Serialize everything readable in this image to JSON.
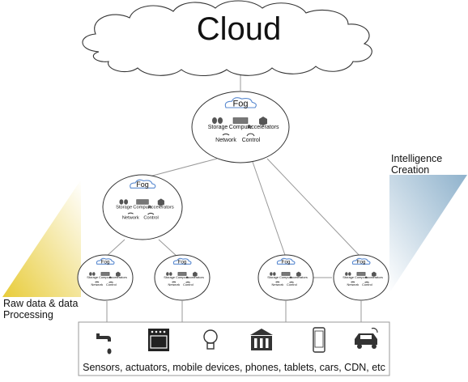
{
  "cloud": {
    "label": "Cloud"
  },
  "fog": {
    "title": "Fog",
    "storage": "Storage",
    "compute": "Compute",
    "accelerators": "Accelerators",
    "network": "Network",
    "control": "Control"
  },
  "side_labels": {
    "raw_data": [
      "Raw data & data",
      "Processing"
    ],
    "intelligence": [
      "Intelligence",
      "Creation"
    ]
  },
  "devices": {
    "caption": "Sensors, actuators, mobile devices, phones, tablets, cars, CDN, etc",
    "icons": [
      "faucet-icon",
      "oven-icon",
      "lightbulb-icon",
      "building-icon",
      "phone-icon",
      "car-icon"
    ]
  },
  "colors": {
    "raw_data_gradient": "#e8cc3a",
    "intelligence_gradient": "#8fb2cc",
    "fog_cloud_stroke": "#5a8ad0",
    "line": "#888888"
  }
}
